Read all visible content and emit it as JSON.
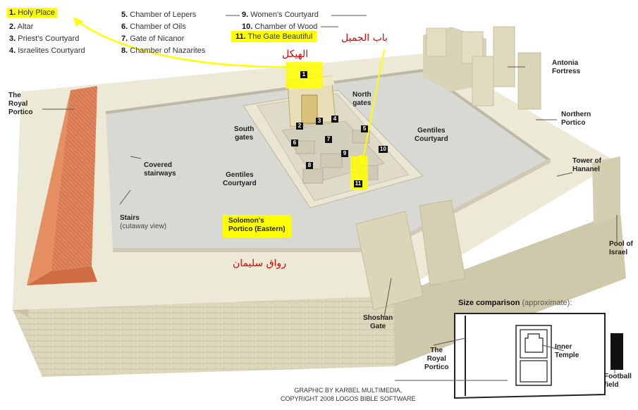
{
  "legend": [
    {
      "num": "1.",
      "label": "Holy Place"
    },
    {
      "num": "2.",
      "label": "Altar"
    },
    {
      "num": "3.",
      "label": "Priest's Courtyard"
    },
    {
      "num": "4.",
      "label": "Israelites Courtyard"
    },
    {
      "num": "5.",
      "label": "Chamber of Lepers"
    },
    {
      "num": "6.",
      "label": "Chamber of Oils"
    },
    {
      "num": "7.",
      "label": "Gate of Nicanor"
    },
    {
      "num": "8.",
      "label": "Chamber of Nazarites"
    },
    {
      "num": "9.",
      "label": "Women's Courtyard"
    },
    {
      "num": "10.",
      "label": "Chamber of Wood"
    },
    {
      "num": "11.",
      "label": "The Gate Beautiful"
    }
  ],
  "labels": {
    "royal_portico_left": [
      "The",
      "Royal",
      "Portico"
    ],
    "antonia_fortress": [
      "Antonia",
      "Fortress"
    ],
    "north_gates": [
      "North",
      "gates"
    ],
    "south_gates": [
      "South",
      "gates"
    ],
    "gentiles_courtyard_right": [
      "Gentiles",
      "Courtyard"
    ],
    "gentiles_courtyard_left": [
      "Gentiles",
      "Courtyard"
    ],
    "northern_portico": [
      "Northern",
      "Portico"
    ],
    "tower_of_hananel": [
      "Tower of",
      "Hananel"
    ],
    "covered_stairways": [
      "Covered",
      "stairways"
    ],
    "stairs": "Stairs",
    "stairs_note": "(cutaway view)",
    "solomons_portico": [
      "Solomon's",
      "Portico (Eastern)"
    ],
    "pool_of_israel": [
      "Pool of",
      "Israel"
    ],
    "shoshan_gate": [
      "Shoshan",
      "Gate"
    ]
  },
  "arabic": {
    "gate_beautiful": "باب الجميل",
    "holy_place": "الهيكل",
    "solomons_portico": "رواق سليمان"
  },
  "markers": [
    "1",
    "2",
    "3",
    "4",
    "5",
    "6",
    "7",
    "8",
    "9",
    "10",
    "11"
  ],
  "size_comparison": {
    "title": "Size comparison",
    "note": "(approximate):",
    "royal_portico": [
      "The",
      "Royal",
      "Portico"
    ],
    "inner_temple": [
      "Inner",
      "Temple"
    ],
    "football": [
      "Football",
      "field"
    ]
  },
  "credit": [
    "GRAPHIC BY KARBEL MULTIMEDIA,",
    "COPYRIGHT 2008 LOGOS BIBLE SOFTWARE"
  ],
  "colors": {
    "highlight": "#ffff00",
    "arabic_text": "#e00000",
    "stone": "#e8e4cf",
    "stone_shadow": "#b9b396",
    "courtyard": "#d6d6d0",
    "roof": "#e1835a"
  }
}
